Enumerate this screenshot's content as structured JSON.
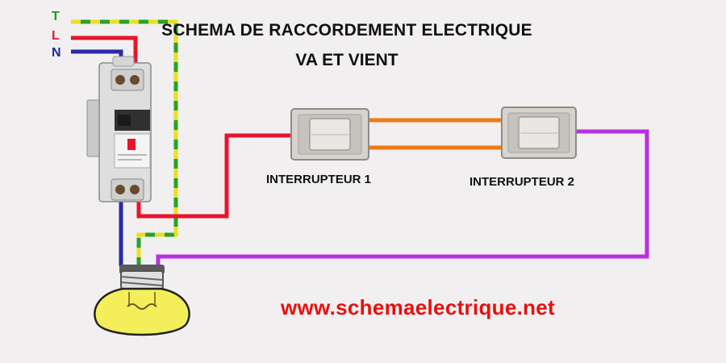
{
  "title": {
    "line1": "SCHEMA DE RACCORDEMENT  ELECTRIQUE",
    "line2": "VA ET VIENT"
  },
  "wire_labels": {
    "earth": "T",
    "live": "L",
    "neutral": "N"
  },
  "switches": [
    {
      "label": "INTERRUPTEUR 1"
    },
    {
      "label": "INTERRUPTEUR 2"
    }
  ],
  "website": "www.schemaelectrique.net",
  "colors": {
    "earth_green": "#2aa02a",
    "earth_yellow": "#e8e020",
    "live_red": "#e8142c",
    "neutral_blue": "#2a2aa8",
    "traveler_orange": "#f07a14",
    "return_violet": "#b830e0",
    "bulb_yellow": "#f4ee5a",
    "website_red": "#e81010"
  },
  "icons": {
    "breaker": "circuit-breaker-icon",
    "switch": "light-switch-icon",
    "bulb": "light-bulb-icon"
  }
}
